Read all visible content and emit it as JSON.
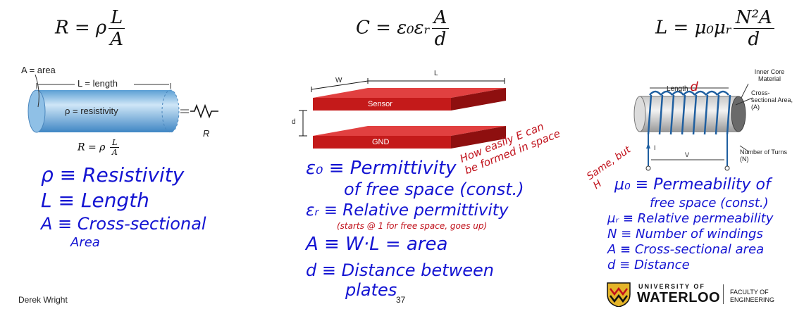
{
  "equations": {
    "resistance": {
      "lhs": "R = ρ",
      "num": "L",
      "den": "A"
    },
    "capacitance": {
      "lhs": "C = ε₀εᵣ",
      "num": "A",
      "den": "d"
    },
    "inductance": {
      "lhs": "L = μ₀μᵣ",
      "num": "N²A",
      "den": "d"
    }
  },
  "resistor_diagram": {
    "area_label": "A = area",
    "length_label": "L = length",
    "resistivity_label": "ρ = resistivity",
    "symbol_label": "R",
    "formula_lhs": "R = ρ",
    "formula_num": "L",
    "formula_den": "A"
  },
  "capacitor_diagram": {
    "w_label": "W",
    "l_label": "L",
    "d_label": "d",
    "top_plate": "Sensor",
    "bottom_plate": "GND",
    "plate_color": "#c41a1a"
  },
  "inductor_diagram": {
    "length_label": "Length",
    "length_hand": "d",
    "core_label": "Inner Core Material",
    "cross_label": "Cross-sectional Area, (A)",
    "turns_label": "Number of Turns (N)",
    "current_label": "I",
    "voltage_label": "V",
    "coil_color": "#1f5fa0"
  },
  "notes_resistance": [
    "ρ ≡ Resistivity",
    "L ≡ Length",
    "A ≡ Cross-sectional",
    "Area"
  ],
  "notes_capacitance": [
    "ε₀ ≡ Permittivity",
    "of free space (const.)",
    "εᵣ ≡ Relative permittivity",
    "(starts @ 1 for free space, goes up)",
    "A ≡ W·L = area",
    "d ≡ Distance between",
    "plates"
  ],
  "notes_capacitance_red": [
    "How easily E can",
    "be formed in space"
  ],
  "notes_inductance_red": [
    "Same, but",
    "H"
  ],
  "notes_inductance": [
    "μ₀ ≡ Permeability of",
    "free space (const.)",
    "μᵣ ≡ Relative permeability",
    "N ≡ Number of windings",
    "A ≡ Cross-sectional area",
    "d ≡ Distance"
  ],
  "footer": {
    "author": "Derek Wright",
    "page": "37",
    "uni_top": "UNIVERSITY OF",
    "uni_name": "WATERLOO",
    "faculty_1": "FACULTY OF",
    "faculty_2": "ENGINEERING"
  },
  "colors": {
    "ink_blue": "#1414d2",
    "ink_red": "#c0101a",
    "waterloo_gold": "#e4b429"
  }
}
